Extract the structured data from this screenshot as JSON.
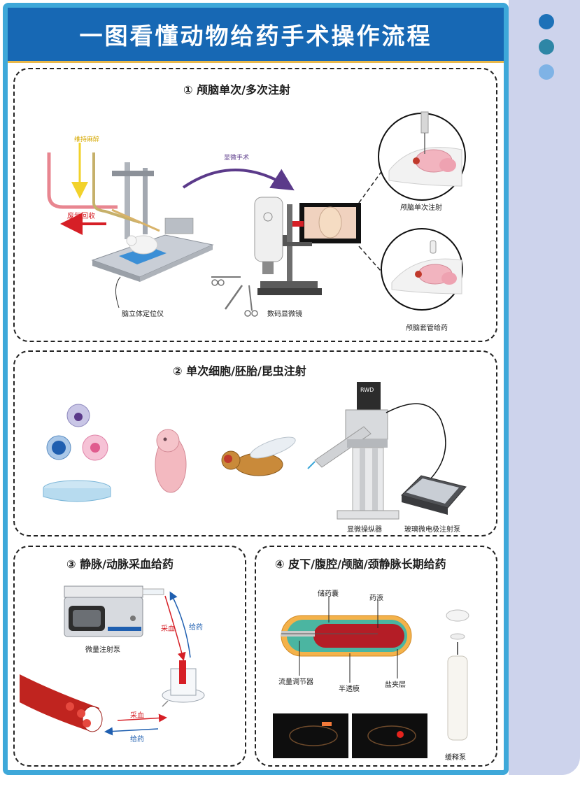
{
  "page": {
    "title": "一图看懂动物给药手术操作流程"
  },
  "colors": {
    "header_bg": "#1768b4",
    "frame": "#3ea8d9",
    "side_panel": "#cdd3ec",
    "dot_1": "#1d71b8",
    "dot_2": "#2e86a6",
    "dot_3": "#7fb3e6",
    "arrow_purple": "#5b3a8a",
    "arrow_red": "#d61f26",
    "arrow_yellow": "#f2d22b"
  },
  "sections": [
    {
      "title": "① 颅脑单次/多次注射",
      "labels": {
        "anesthesia": "维持麻醉",
        "exhaust": "废气回收",
        "microsurgery": "显微手术",
        "stereotaxic": "脑立体定位仪",
        "microscope": "数码显微镜",
        "single_injection": "颅脑单次注射",
        "cannula": "颅脑套管给药"
      },
      "icons": [
        "stereotaxic-frame-icon",
        "mouse-icon",
        "surgical-tools-icon",
        "digital-microscope-icon",
        "monitor-icon",
        "mouse-brain-icon"
      ]
    },
    {
      "title": "② 单次细胞/胚胎/昆虫注射",
      "labels": {
        "micromanipulator": "显微操纵器",
        "injector": "玻璃微电极注射泵",
        "brand": "RWD"
      },
      "icons": [
        "cells-icon",
        "petri-dish-icon",
        "embryo-icon",
        "fruit-fly-icon",
        "micromanipulator-icon",
        "injection-pump-icon"
      ]
    },
    {
      "title": "③ 静脉/动脉采血给药",
      "labels": {
        "syringe_pump": "微量注射泵",
        "sampling_top": "采血",
        "dosing_top": "给药",
        "sampling_bottom": "采血",
        "dosing_bottom": "给药"
      },
      "icons": [
        "syringe-pump-icon",
        "blood-vessel-icon",
        "vascular-port-icon"
      ]
    },
    {
      "title": "④ 皮下/腹腔/颅脑/颈静脉长期给药",
      "labels": {
        "reservoir": "储药囊",
        "solution": "药液",
        "flow_regulator": "流量调节器",
        "membrane": "半透膜",
        "salt_layer": "盐夹层",
        "release_pump": "缓释泵"
      },
      "icons": [
        "osmotic-pump-icon",
        "in-vivo-image-icon",
        "release-pump-icon"
      ]
    }
  ]
}
